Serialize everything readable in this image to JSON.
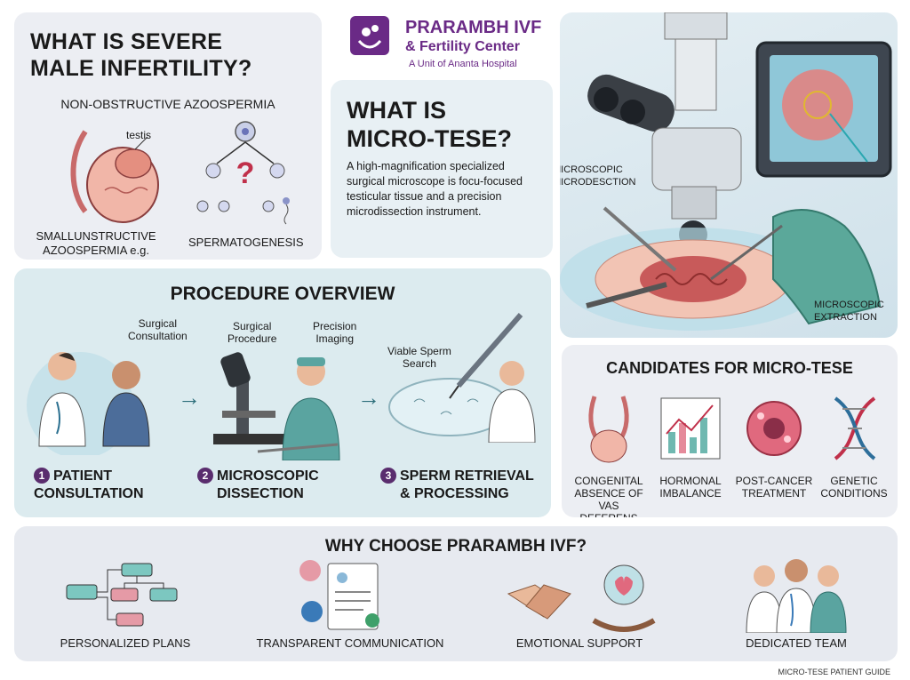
{
  "logo": {
    "name_line1": "PRARAMBH IVF",
    "name_line2": "& Fertility Center",
    "unit": "A Unit of Ananta Hospital",
    "brand_color": "#6a2a86"
  },
  "severe_infertility": {
    "title_line1": "WHAT IS SEVERE",
    "title_line2": "MALE INFERTILITY?",
    "subtitle": "NON-OBSTRUCTIVE AZOOSPERMIA",
    "testis_label": "testis",
    "caption_left_line1": "SMALLUNSTRUCTIVE",
    "caption_left_line2": "AZOOSPERMIA e.g.",
    "caption_right": "SPERMATOGENESIS"
  },
  "micro_tese": {
    "title_line1": "WHAT IS",
    "title_line2": "MICRO-TESE?",
    "description": "A high-magnification specialized surgical microscope is focu-focused testicular tissue and a precision microdissection instrument.",
    "label_dissection_line1": "MICROSCOPIC",
    "label_dissection_line2": "MICRODESCTION",
    "label_extraction_line1": "MICROSCOPIC",
    "label_extraction_line2": "EXTRACTION"
  },
  "procedure": {
    "title": "PROCEDURE OVERVIEW",
    "note_consultation_line1": "Surgical",
    "note_consultation_line2": "Consultation",
    "note_surgical_line1": "Surgical",
    "note_surgical_line2": "Procedure",
    "note_imaging_line1": "Precision",
    "note_imaging_line2": "Imaging",
    "note_search_line1": "Viable Sperm",
    "note_search_line2": "Search",
    "steps": [
      {
        "num": "1",
        "line1": "PATIENT",
        "line2": "CONSULTATION"
      },
      {
        "num": "2",
        "line1": "MICROSCOPIC",
        "line2": "DISSECTION"
      },
      {
        "num": "3",
        "line1": "SPERM RETRIEVAL",
        "line2": "& PROCESSING"
      }
    ]
  },
  "candidates": {
    "title": "CANDIDATES FOR MICRO-TESE",
    "items": [
      {
        "line1": "CONGENITAL",
        "line2": "ABSENCE OF",
        "line3": "VAS DEFERENS"
      },
      {
        "line1": "HORMONAL",
        "line2": "IMBALANCE",
        "line3": ""
      },
      {
        "line1": "POST-CANCER",
        "line2": "TREATMENT",
        "line3": ""
      },
      {
        "line1": "GENETIC",
        "line2": "CONDITIONS",
        "line3": ""
      }
    ]
  },
  "why": {
    "title": "WHY CHOOSE PRARAMBH IVF?",
    "items": [
      "PERSONALIZED PLANS",
      "TRANSPARENT COMMUNICATION",
      "EMOTIONAL SUPPORT",
      "DEDICATED TEAM"
    ]
  },
  "footer": "MICRO-TESE PATIENT GUIDE",
  "colors": {
    "accent_teal": "#2d6e7a",
    "step_badge": "#5a2d6e",
    "question_mark": "#c0304a"
  }
}
